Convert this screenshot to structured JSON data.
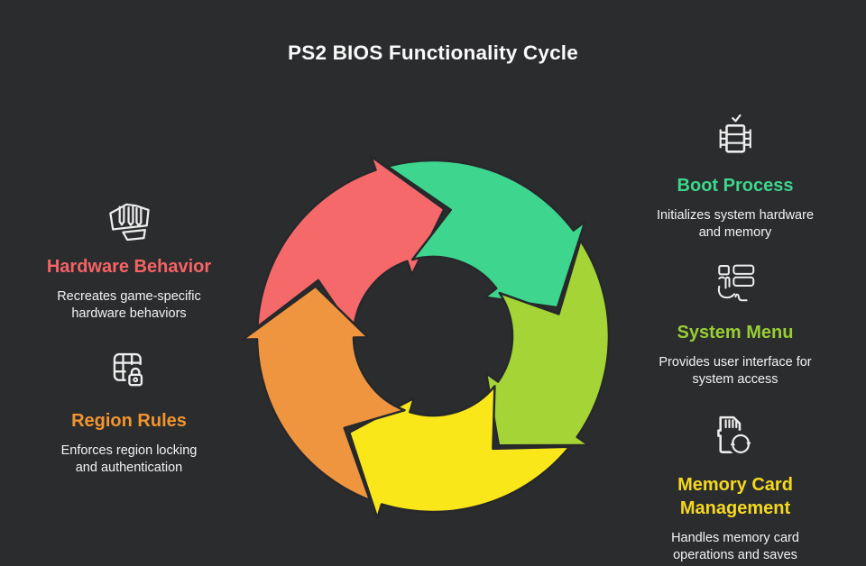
{
  "title": "PS2 BIOS Functionality Cycle",
  "background": "#2b2c2e",
  "icon_color": "#ededed",
  "cycle": {
    "outer_radius": 195,
    "inner_radius": 88,
    "head_sweep_deg": 24,
    "tail_back_deg": 92,
    "notch_back_deg": 69,
    "flare": 16,
    "outline_color": "#27282b",
    "segments": [
      {
        "id": "hardware-behavior",
        "color": "#f5696b",
        "tip_angle_deg": -85
      },
      {
        "id": "boot-process",
        "color": "#3ed58f",
        "tip_angle_deg": -13
      },
      {
        "id": "system-menu",
        "color": "#a4d435",
        "tip_angle_deg": 59
      },
      {
        "id": "memory-card-management",
        "color": "#f9e71a",
        "tip_angle_deg": 131
      },
      {
        "id": "region-rules",
        "color": "#f0953f",
        "tip_angle_deg": 203
      }
    ]
  },
  "sections": {
    "left": [
      {
        "id": "hardware-behavior",
        "icon": "fist-icon",
        "title": "Hardware Behavior",
        "title_color": "#f56365",
        "description": "Recreates game-specific\nhardware behaviors"
      },
      {
        "id": "region-rules",
        "icon": "grid-lock-icon",
        "title": "Region Rules",
        "title_color": "#f2952f",
        "description": "Enforces region locking\nand authentication"
      }
    ],
    "right": [
      {
        "id": "boot-process",
        "icon": "chip-check-icon",
        "title": "Boot Process",
        "title_color": "#3dd68c",
        "description": "Initializes system hardware\nand memory"
      },
      {
        "id": "system-menu",
        "icon": "hand-menu-icon",
        "title": "System Menu",
        "title_color": "#98ce34",
        "description": "Provides user interface for\nsystem access"
      },
      {
        "id": "memory-card-management",
        "icon": "memory-card-sync-icon",
        "title": "Memory Card\nManagement",
        "title_color": "#f5d91e",
        "description": "Handles memory card\noperations and saves"
      }
    ]
  }
}
